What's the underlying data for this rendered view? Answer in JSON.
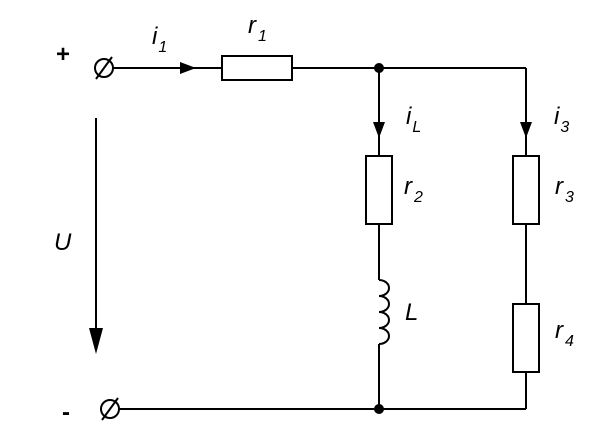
{
  "terminals": {
    "plus": "+",
    "minus": "-"
  },
  "voltage": {
    "label": "U"
  },
  "currents": {
    "i1": {
      "base": "i",
      "sub": "1"
    },
    "iL": {
      "base": "i",
      "sub": "L"
    },
    "i3": {
      "base": "i",
      "sub": "3"
    }
  },
  "resistors": {
    "r1": {
      "base": "r",
      "sub": "1"
    },
    "r2": {
      "base": "r",
      "sub": "2"
    },
    "r3": {
      "base": "r",
      "sub": "3"
    },
    "r4": {
      "base": "r",
      "sub": "4"
    }
  },
  "inductor": {
    "label": "L"
  }
}
